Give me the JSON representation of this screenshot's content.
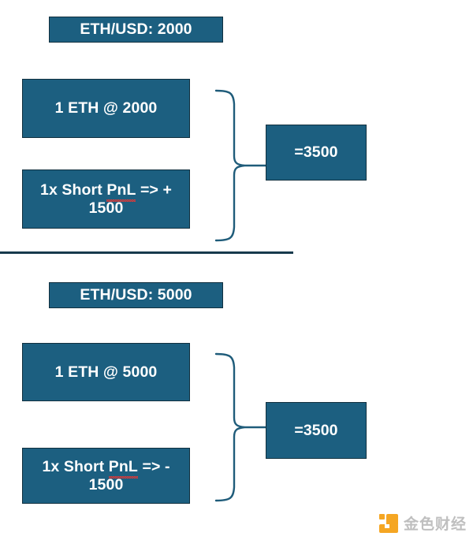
{
  "diagram": {
    "title_semantic": "eth-short-hedge-comparison",
    "colors": {
      "box_fill": "#1C5F80",
      "box_border": "#11303F",
      "box_text": "#FFFFFF",
      "brace_stroke": "#1F5C7A",
      "divider": "#173A4D",
      "spellcheck_underline": "#D73A3A",
      "watermark_mark": "#F5A623",
      "watermark_text": "#BFBFBF",
      "background": "#FFFFFF"
    },
    "sections": [
      {
        "id": "scenario-1",
        "header": "ETH/USD: 2000",
        "items": [
          {
            "id": "spot-holding",
            "text": "1 ETH @ 2000"
          },
          {
            "id": "short-pnl",
            "prefix": "1x Short ",
            "flagged_word": "PnL",
            "suffix": " => + 1500"
          }
        ],
        "brace": "right-curly-brace",
        "result": "=3500"
      },
      {
        "id": "scenario-2",
        "header": "ETH/USD: 5000",
        "items": [
          {
            "id": "spot-holding",
            "text": "1 ETH @ 5000"
          },
          {
            "id": "short-pnl",
            "prefix": "1x Short ",
            "flagged_word": "PnL",
            "suffix": " => - 1500"
          }
        ],
        "brace": "right-curly-brace",
        "result": "=3500"
      }
    ],
    "divider": {
      "id": "section-divider"
    },
    "watermark": {
      "text": "金色财经",
      "mark": "jinse-logo-icon"
    }
  }
}
